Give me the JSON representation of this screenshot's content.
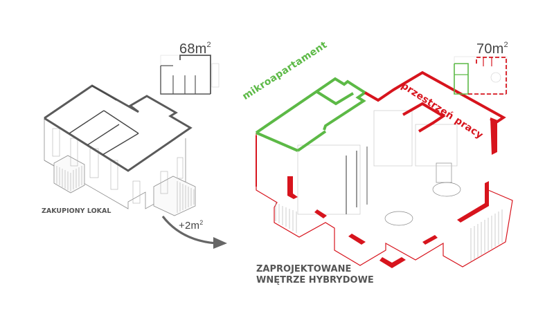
{
  "left_plan": {
    "area_value": "68",
    "area_unit": "m",
    "area_exponent": "2",
    "caption": "ZAKUPIONY LOKAL"
  },
  "transition": {
    "delta_value": "+2",
    "delta_unit": "m",
    "delta_exponent": "2",
    "arrow": "curved-arrow-right"
  },
  "right_plan": {
    "area_value": "70",
    "area_unit": "m",
    "area_exponent": "2",
    "caption_line1": "ZAPROJEKTOWANE",
    "caption_line2": "WNĘTRZE HYBRYDOWE",
    "zones": [
      {
        "label": "mikroapartament",
        "color": "#5cb946"
      },
      {
        "label": "przestrzeń pracy",
        "color": "#d7141d"
      }
    ]
  },
  "colors": {
    "wall_dark": "#555555",
    "line_gray": "#9a9a9a",
    "green_zone": "#5cb946",
    "red_zone": "#d7141d",
    "text_gray": "#555555"
  }
}
